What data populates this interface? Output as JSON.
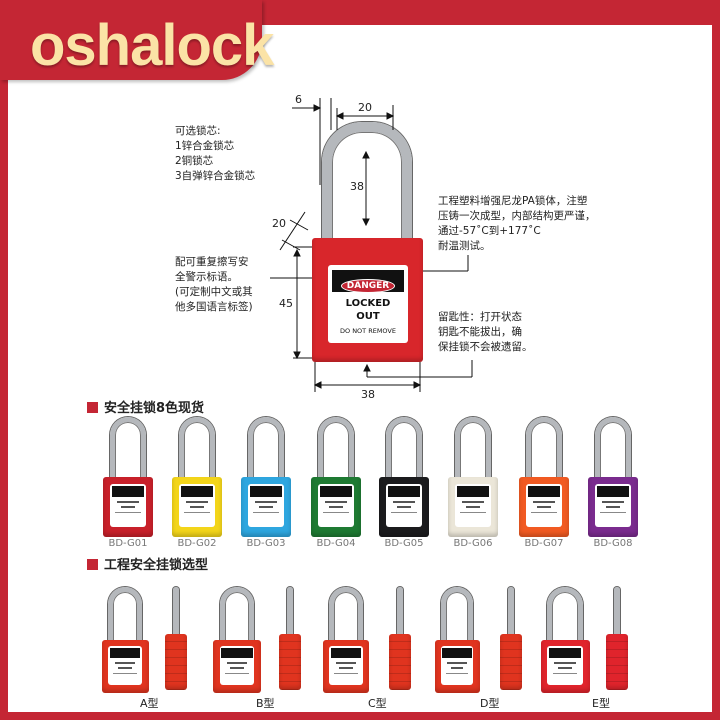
{
  "brand": {
    "logo": "oshalock"
  },
  "diagram": {
    "dimensions": {
      "shackle_diameter": "6",
      "shackle_width": "20",
      "shackle_height": "38",
      "body_depth": "20",
      "body_height": "45",
      "body_width": "38"
    },
    "label": {
      "danger": "DANGER",
      "line1": "LOCKED",
      "line2": "OUT",
      "line3": "DO NOT REMOVE"
    },
    "notes": {
      "core_options": "可选锁芯:\n1锌合金锁芯\n2铜锁芯\n3自弹锌合金锁芯",
      "tag": "配可重复擦写安\n全警示标语。\n(可定制中文或其\n他多国语言标签)",
      "material": "工程塑料增强尼龙PA锁体，注塑\n压铸一次成型，内部结构更严谨，\n通过-57˚C到+177˚C\n耐温测试。",
      "key_retaining": "留匙性：打开状态\n钥匙不能拔出，确\n保挂锁不会被遗留。"
    },
    "lock_color": "#d8262b"
  },
  "colors_section": {
    "title": "安全挂锁8色现货",
    "items": [
      {
        "code": "BD-G01",
        "color": "#c8202a"
      },
      {
        "code": "BD-G02",
        "color": "#f3d51a"
      },
      {
        "code": "BD-G03",
        "color": "#2ea6df"
      },
      {
        "code": "BD-G04",
        "color": "#1e7a32"
      },
      {
        "code": "BD-G05",
        "color": "#1b1b1d"
      },
      {
        "code": "BD-G06",
        "color": "#ebe6d8"
      },
      {
        "code": "BD-G07",
        "color": "#f15a22"
      },
      {
        "code": "BD-G08",
        "color": "#7a2b8e"
      }
    ]
  },
  "types_section": {
    "title": "工程安全挂锁选型",
    "items": [
      {
        "label": "A型",
        "color": "#e0341f"
      },
      {
        "label": "B型",
        "color": "#e0341f"
      },
      {
        "label": "C型",
        "color": "#e0341f"
      },
      {
        "label": "D型",
        "color": "#e0341f"
      },
      {
        "label": "E型",
        "color": "#e0242c"
      }
    ]
  }
}
